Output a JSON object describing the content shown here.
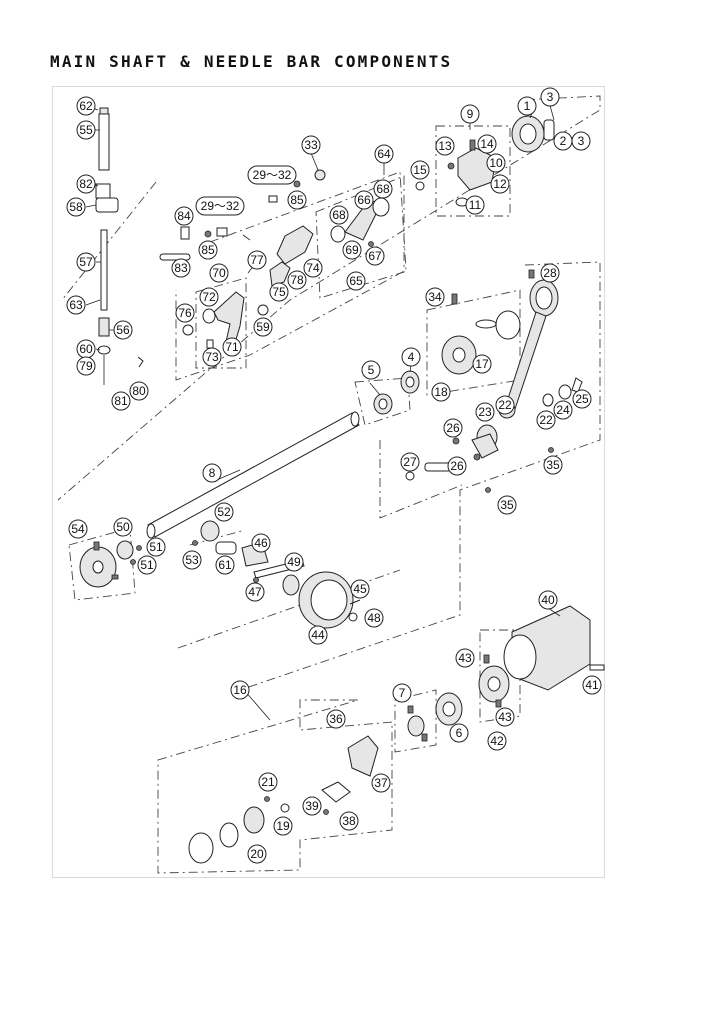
{
  "title": "MAIN SHAFT & NEEDLE BAR COMPONENTS",
  "range_label": "29～32",
  "callouts": {
    "p1": "1",
    "p2": "2",
    "p3a": "3",
    "p3b": "3",
    "p4": "4",
    "p5": "5",
    "p6": "6",
    "p7": "7",
    "p8": "8",
    "p9": "9",
    "p10": "10",
    "p11": "11",
    "p12": "12",
    "p13": "13",
    "p14": "14",
    "p15": "15",
    "p16": "16",
    "p17": "17",
    "p18": "18",
    "p19": "19",
    "p20": "20",
    "p21": "21",
    "p22a": "22",
    "p22b": "22",
    "p23": "23",
    "p24": "24",
    "p25": "25",
    "p26a": "26",
    "p26b": "26",
    "p27": "27",
    "p28": "28",
    "p33": "33",
    "p34": "34",
    "p35a": "35",
    "p35b": "35",
    "p36": "36",
    "p37": "37",
    "p38": "38",
    "p39": "39",
    "p40": "40",
    "p41": "41",
    "p42": "42",
    "p43a": "43",
    "p43b": "43",
    "p44": "44",
    "p45": "45",
    "p46": "46",
    "p47": "47",
    "p48": "48",
    "p49": "49",
    "p50": "50",
    "p51a": "51",
    "p51b": "51",
    "p52": "52",
    "p53": "53",
    "p54": "54",
    "p55": "55",
    "p56": "56",
    "p57": "57",
    "p58": "58",
    "p59": "59",
    "p60": "60",
    "p61": "61",
    "p62": "62",
    "p63": "63",
    "p64": "64",
    "p65": "65",
    "p66": "66",
    "p67": "67",
    "p68a": "68",
    "p68b": "68",
    "p69": "69",
    "p70": "70",
    "p71": "71",
    "p72": "72",
    "p73": "73",
    "p74": "74",
    "p75": "75",
    "p76": "76",
    "p77": "77",
    "p78": "78",
    "p79": "79",
    "p80": "80",
    "p81": "81",
    "p82": "82",
    "p83": "83",
    "p84": "84",
    "p85a": "85",
    "p85b": "85"
  }
}
